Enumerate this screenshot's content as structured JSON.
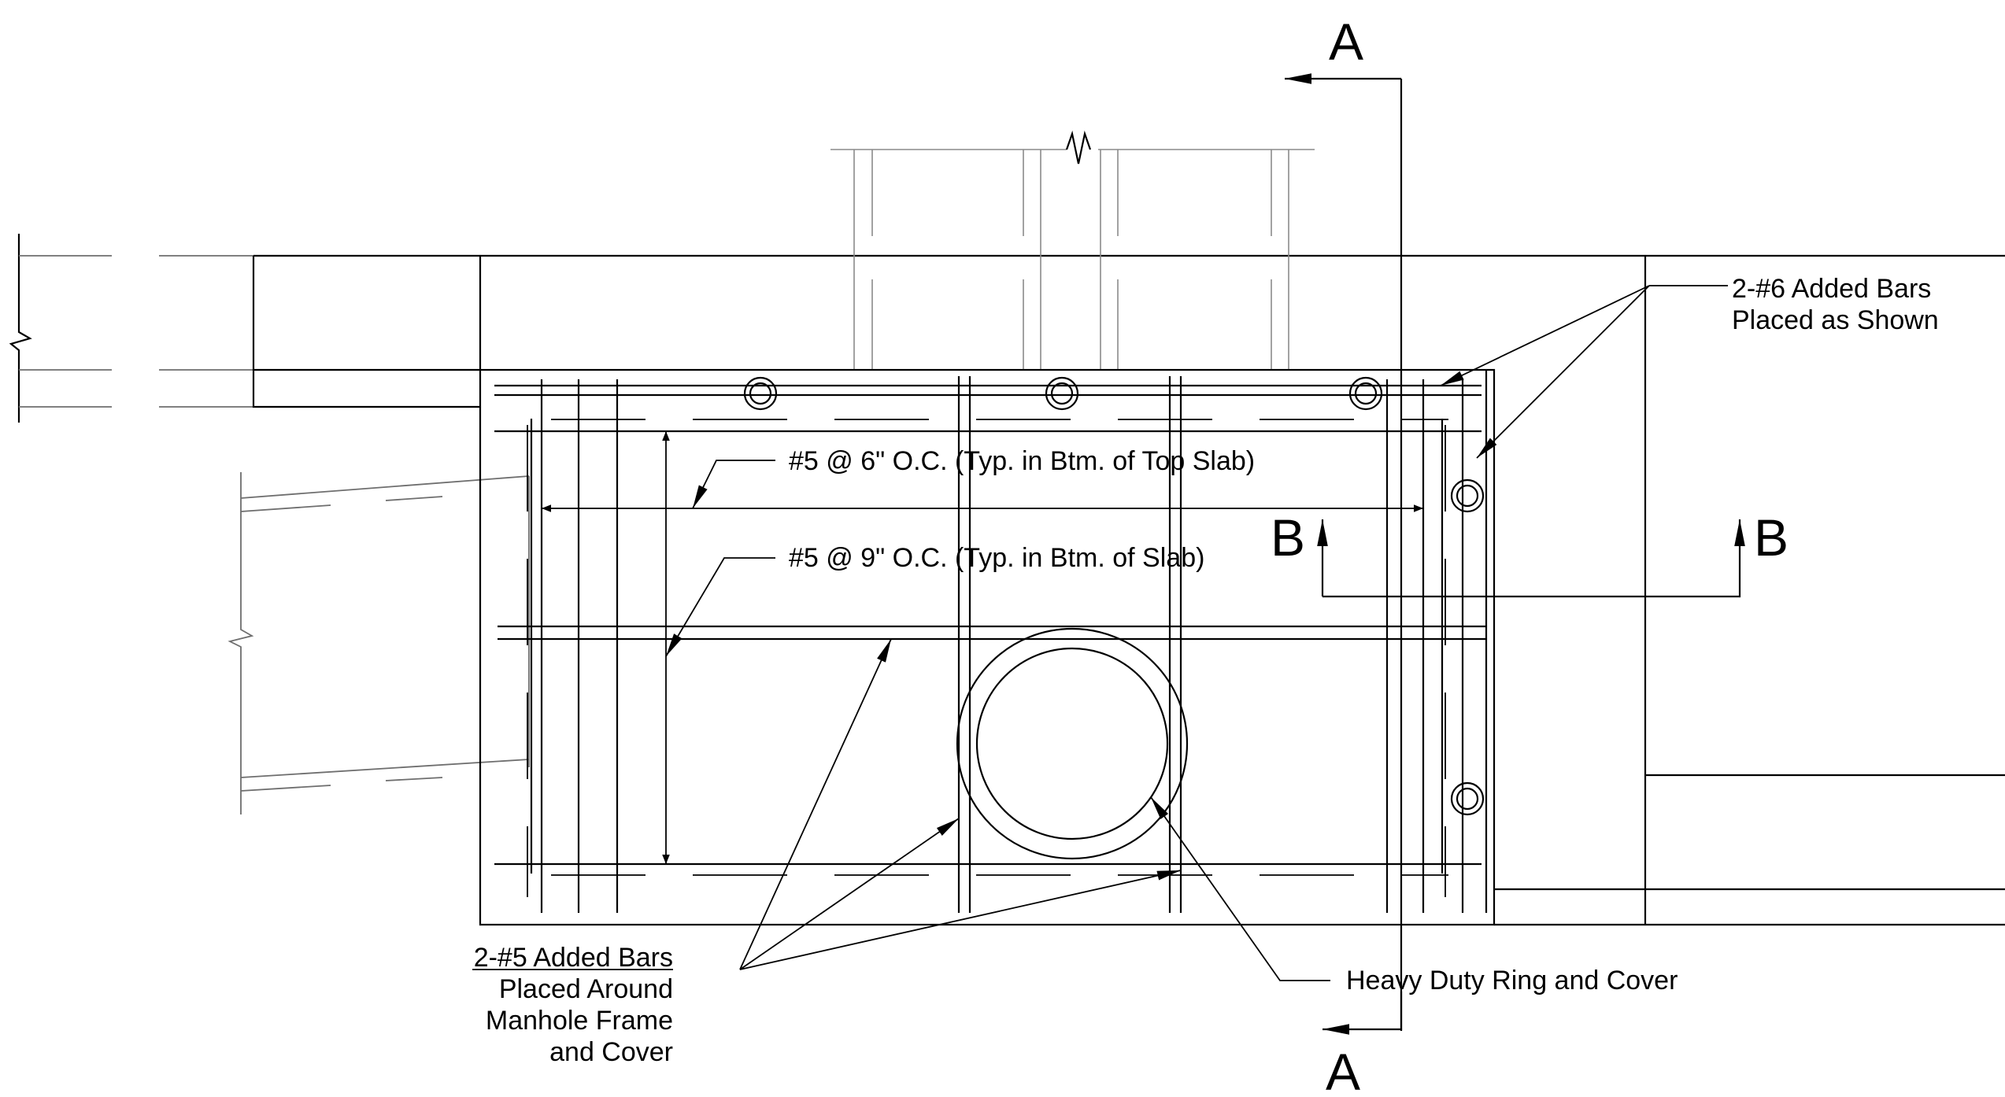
{
  "section_marks": {
    "a_top": "A",
    "a_bottom": "A",
    "b_left": "B",
    "b_right": "B"
  },
  "callouts": {
    "added_bars_no6": [
      "2-#6 Added Bars",
      "Placed as Shown"
    ],
    "rebar_top_slab": "#5 @ 6\" O.C. (Typ. in Btm. of Top Slab)",
    "rebar_slab": "#5 @ 9\" O.C. (Typ. in Btm. of Slab)",
    "added_bars_no5": [
      "2-#5 Added Bars",
      "Placed Around",
      "Manhole Frame",
      "and Cover"
    ],
    "ring_cover": "Heavy Duty Ring and Cover"
  }
}
